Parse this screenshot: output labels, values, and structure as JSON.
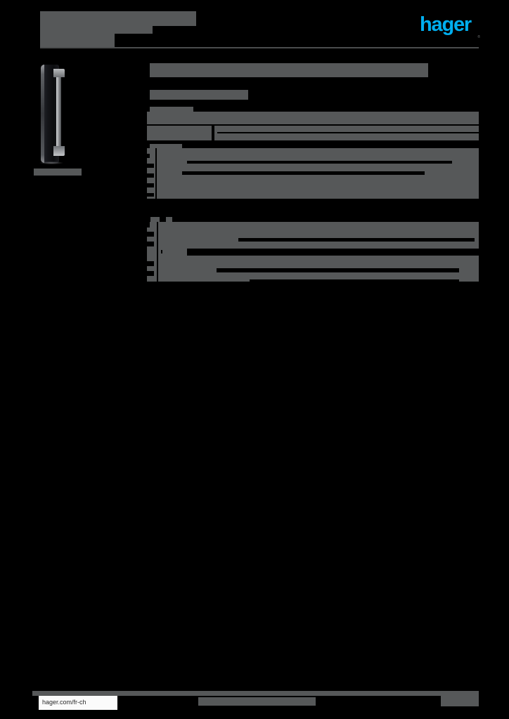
{
  "document": {
    "background_color": "#000000",
    "redaction_color": "#565859",
    "brand_color": "#00AEEF",
    "title_text": "",
    "subtitle_text": "",
    "reference_text": ""
  },
  "header": {
    "doc_title": "",
    "doc_title_secondary": "",
    "doc_category": "",
    "logo": {
      "name": "hager",
      "text": "hager",
      "trademark": "®",
      "color": "#00AEEF"
    }
  },
  "product": {
    "image_alt": "",
    "caption": ""
  },
  "main": {
    "heading": "",
    "subheading": "",
    "tables": [
      {
        "id": "table-a",
        "caption": "",
        "rows": [
          {
            "label": "",
            "value": ""
          },
          {
            "label": "",
            "value": ""
          }
        ]
      },
      {
        "id": "table-b",
        "caption": "",
        "rows": [
          {
            "label": "",
            "value": ""
          },
          {
            "label": "",
            "value": ""
          },
          {
            "label": "",
            "value": ""
          },
          {
            "label": "",
            "value": ""
          },
          {
            "label": "",
            "value": ""
          }
        ]
      },
      {
        "id": "table-c",
        "caption": "",
        "rows": [
          {
            "label": "",
            "value": ""
          },
          {
            "label": "",
            "value": ""
          },
          {
            "label": "",
            "value": ""
          },
          {
            "label": "",
            "value": ""
          },
          {
            "label": "",
            "value": ""
          },
          {
            "label": "",
            "value": ""
          }
        ]
      }
    ]
  },
  "footer": {
    "url": "hager.com/fr-ch",
    "center_note": "",
    "page_number": ""
  }
}
